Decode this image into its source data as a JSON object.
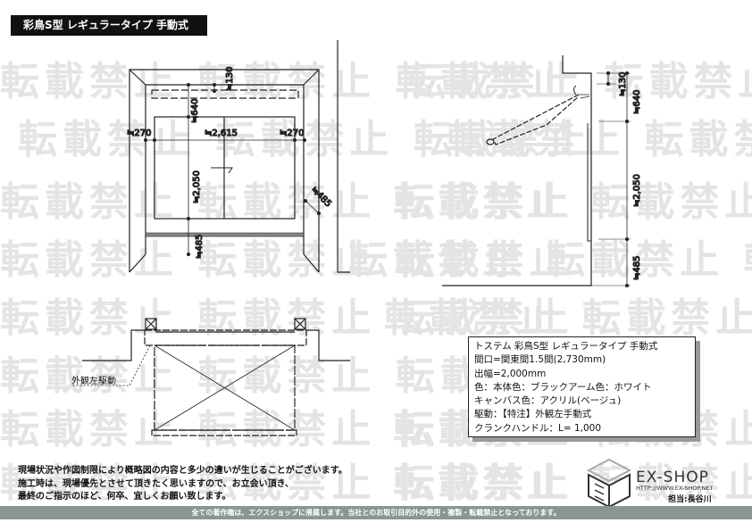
{
  "title": "彩鳥S型 レギュラータイプ 手動式",
  "watermark": "転載禁止",
  "front_view": {
    "dims": {
      "top_gap": "≒130",
      "upper": "≒640",
      "left": "≒270",
      "width": "≒2,615",
      "right": "≒270",
      "height": "≒2,050",
      "lower": "≒485",
      "diag": "≒485"
    }
  },
  "side_view": {
    "dims": {
      "top_gap": "≒130",
      "upper": "≒640",
      "height": "≒2,050",
      "lower": "≒485"
    }
  },
  "plan_view": {
    "label": "外観左駆動"
  },
  "info": {
    "lines": [
      "トステム 彩鳥S型 レギュラータイプ 手動式",
      "間口=関東間1.5間(2,730mm)",
      "出幅=2,000mm",
      "色：本体色：ブラックアーム色：ホワイト",
      "キャンバス色：アクリル(ベージュ)",
      "駆動：【特注】外観左手動式",
      "クランクハンドル：L= 1,000"
    ]
  },
  "notes": [
    "現場状況や作図制限により概略図の内容と多少の違いが生じることがございます。",
    "施工時は、現場優先とさせて頂きたく思いますので、お立会い頂き、",
    "最終のご指示のほど、何卒、宜しくお願い致します。"
  ],
  "logo": {
    "name": "EX-SHOP",
    "url": "HTTP://WWW.EX-SHOP.NET",
    "person": "担当:長谷川"
  },
  "footer": "全ての著作権は、エクスショップに帰属します。当社とのお取引目的外の使用・複製・転載禁止となっております。"
}
